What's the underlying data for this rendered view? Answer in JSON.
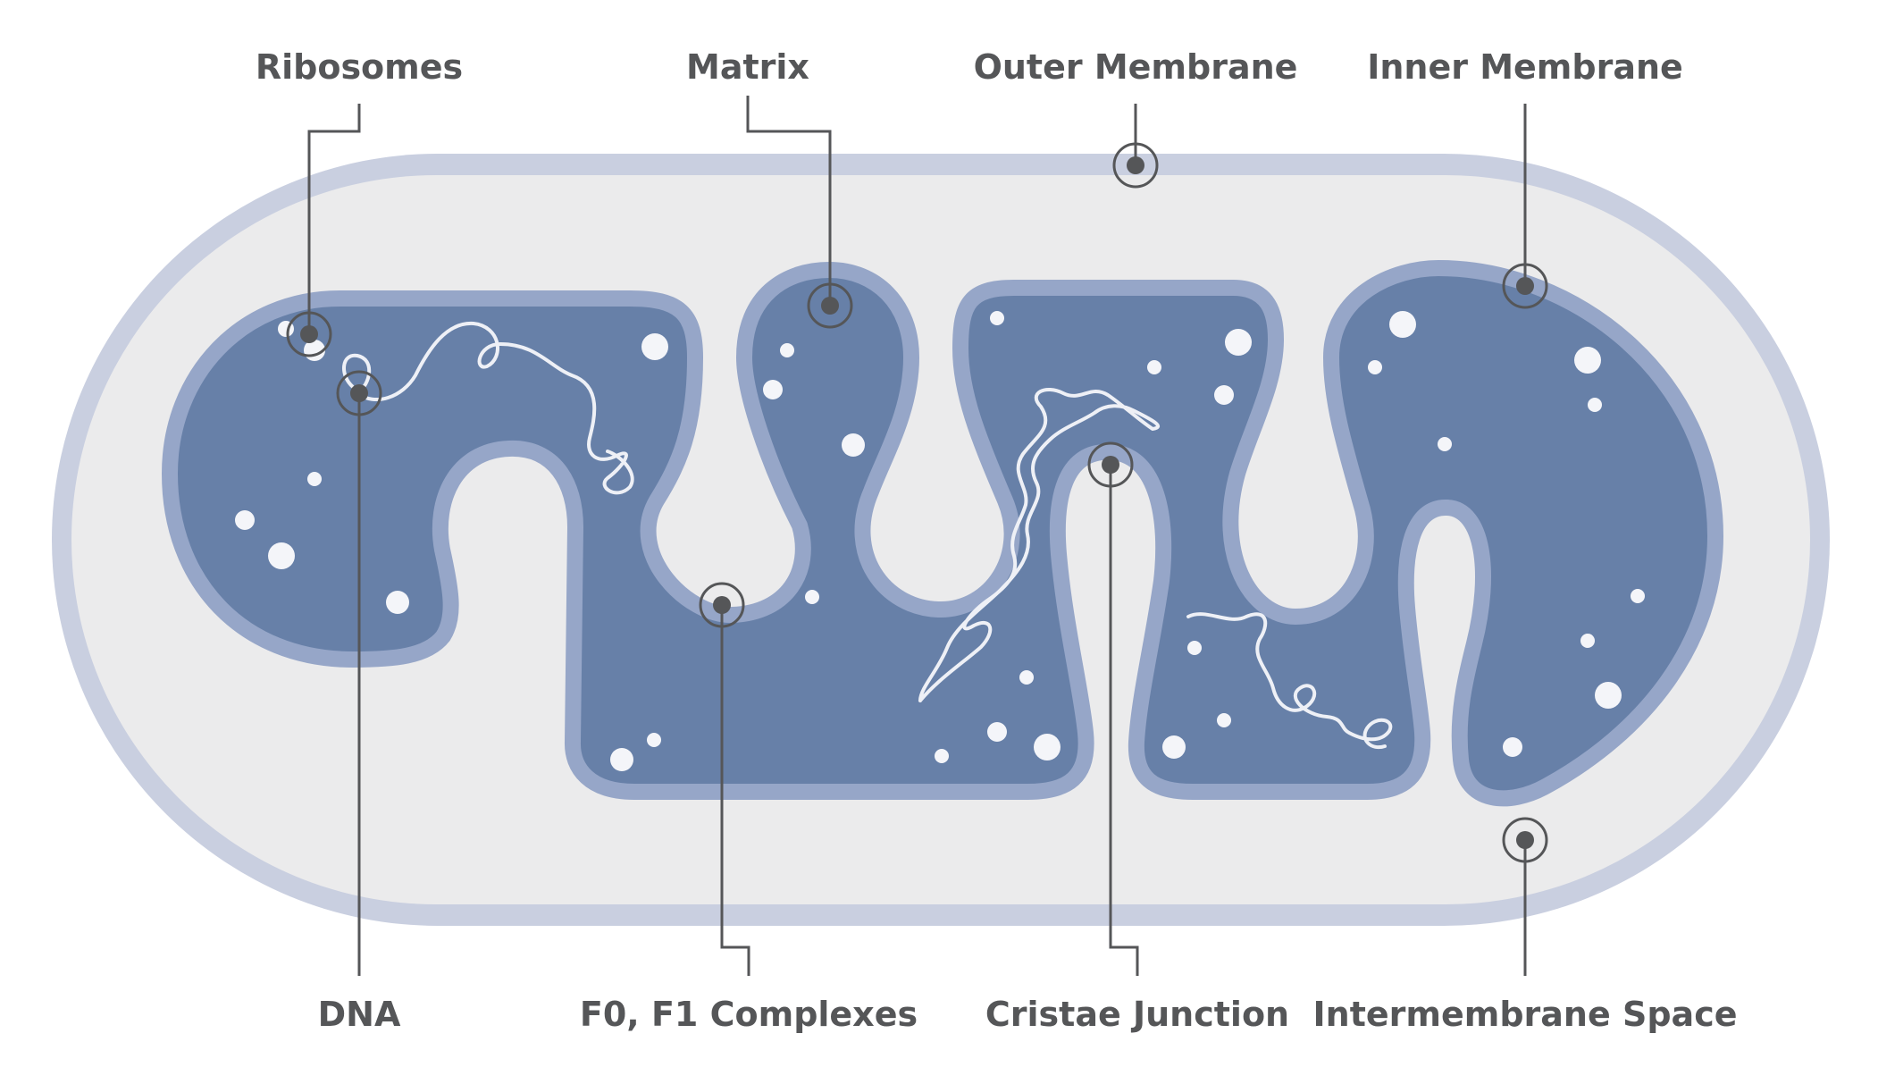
{
  "labels": {
    "ribosomes": "Ribosomes",
    "matrix": "Matrix",
    "outer_membrane": "Outer Membrane",
    "inner_membrane": "Inner Membrane",
    "dna": "DNA",
    "f0f1_complexes": "F0, F1 Complexes",
    "cristae_junction": "Cristae Junction",
    "intermembrane_space": "Intermembrane Space"
  },
  "colors": {
    "outer_membrane": "#c9cfe0",
    "intermembrane_space": "#ebebec",
    "inner_membrane": "#96a6c8",
    "matrix": "#6780a8",
    "ribosome": "#f4f5f9",
    "dna": "#eef0f6",
    "callout": "#555658"
  }
}
